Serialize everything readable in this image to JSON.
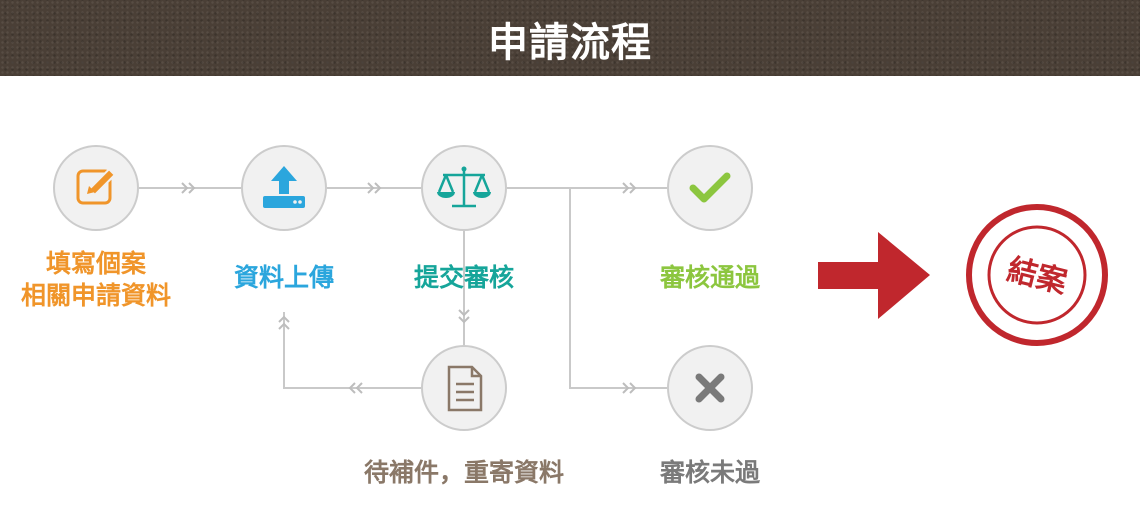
{
  "header": {
    "title": "申請流程"
  },
  "steps": {
    "fill": {
      "line1": "填寫個案",
      "line2": "相關申請資料",
      "icon": "edit-icon",
      "color": "#f0952a"
    },
    "upload": {
      "label": "資料上傳",
      "icon": "upload-icon",
      "color": "#2ba6dd"
    },
    "review": {
      "label": "提交審核",
      "icon": "scale-icon",
      "color": "#16a59a"
    },
    "approved": {
      "label": "審核通過",
      "icon": "check-icon",
      "color": "#8cc63f"
    },
    "pending": {
      "label": "待補件，重寄資料",
      "icon": "document-icon",
      "color": "#8a7868"
    },
    "rejected": {
      "label": "審核未過",
      "icon": "cross-icon",
      "color": "#7a7a7a"
    }
  },
  "final": {
    "label": "結案",
    "color": "#c0272d"
  },
  "colors": {
    "node_bg": "#f1f1f1",
    "node_border": "#cccccc",
    "connector": "#c9c9c9",
    "arrow": "#c0272d"
  }
}
